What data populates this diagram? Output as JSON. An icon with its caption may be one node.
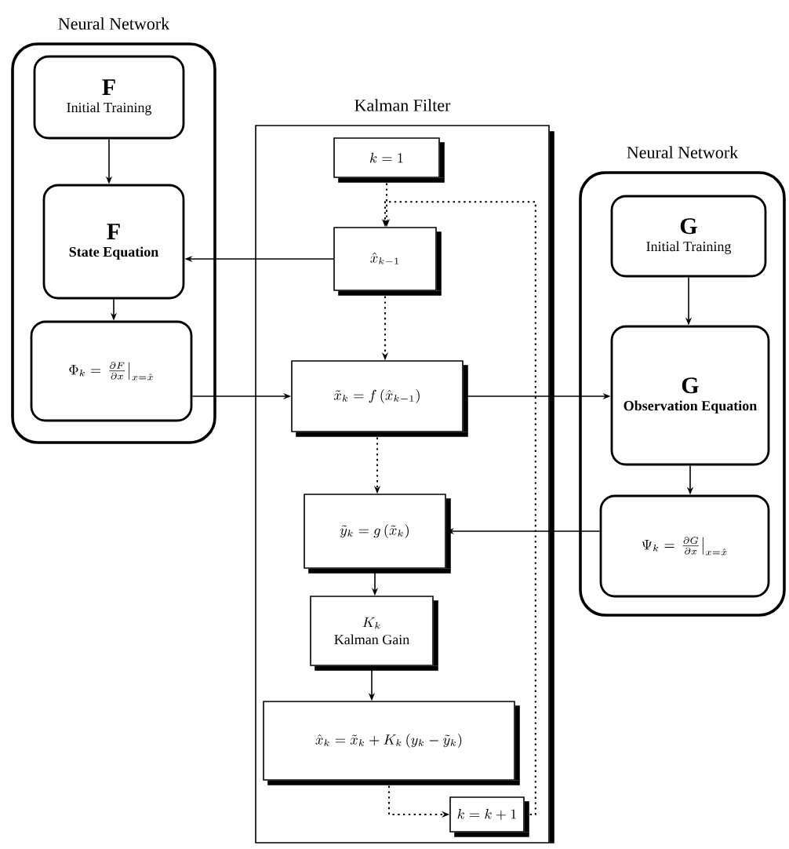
{
  "diagram": {
    "nodes": [
      {
        "text": [
          "Neural Network"
        ]
      },
      {
        "text": [
          "F",
          "Initial Training"
        ],
        "in": 0
      },
      {
        "text": [
          "F",
          "State Equation"
        ],
        "in": 0
      },
      {
        "text": [
          "\\Phi_k = \\left.\\frac{\\partial F}{\\partial x}\\right|_{x = \\hat{x}}"
        ],
        "in": 0
      },
      {
        "text": [
          "Kalman Filter"
        ]
      },
      {
        "text": [
          "k=1"
        ],
        "in": 4
      },
      {
        "text": [
          "\\hat{x}_{k-1}"
        ],
        "in": 4
      },
      {
        "text": [
          "\\tilde{x}_k = f\\left(\\hat{x}_{k-1}\\right)"
        ],
        "in": 4
      },
      {
        "text": [
          "\\tilde{y}_k = g\\left(\\tilde{x}_k\\right)"
        ],
        "in": 4
      },
      {
        "text": [
          "K_k",
          "Kalman Gain"
        ],
        "in": 4
      },
      {
        "text": [
          "\\hat{x}_k = \\tilde{x}_k + K_k\\left(y_k - \\tilde{y}_k\\right)"
        ],
        "in": 4
      },
      {
        "text": [
          "k=k+1"
        ],
        "in": 4
      },
      {
        "text": [
          "Neural Network"
        ]
      },
      {
        "text": [
          "G",
          "Initial Training"
        ],
        "in": 12
      },
      {
        "text": [
          "G",
          "Observation Equation"
        ],
        "in": 12
      },
      {
        "text": [
          "\\Psi_k = \\left.\\frac{\\partial G}{\\partial x}\\right|_{x = \\hat{x}}"
        ],
        "in": 12
      }
    ],
    "edges": [
      {
        "from": 1,
        "to": 2,
        "arrow": "to"
      },
      {
        "from": 2,
        "to": 3,
        "arrow": "to"
      },
      {
        "from": 6,
        "to": 2,
        "arrow": "to"
      },
      {
        "from": 3,
        "to": 7,
        "arrow": "to"
      },
      {
        "from": 7,
        "to": 14,
        "arrow": "to"
      },
      {
        "from": 13,
        "to": 14,
        "arrow": "to"
      },
      {
        "from": 14,
        "to": 15,
        "arrow": "to"
      },
      {
        "from": 15,
        "to": 8,
        "arrow": "to"
      },
      {
        "from": 5,
        "to": 6,
        "arrow": "to",
        "style": "dashed"
      },
      {
        "from": 6,
        "to": 7,
        "arrow": "to",
        "style": "dashed"
      },
      {
        "from": 7,
        "to": 8,
        "arrow": "to",
        "style": "dashed"
      },
      {
        "from": 8,
        "to": 9,
        "arrow": "to"
      },
      {
        "from": 9,
        "to": 10,
        "arrow": "to"
      },
      {
        "from": 10,
        "to": 11,
        "arrow": "to",
        "style": "dashed"
      },
      {
        "from": 11,
        "to": 6,
        "arrow": "to",
        "style": "dashed"
      }
    ]
  }
}
